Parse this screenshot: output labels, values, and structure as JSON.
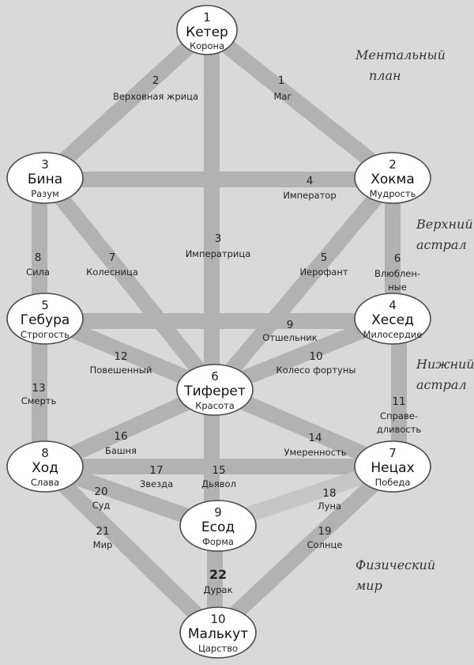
{
  "sephirot": {
    "keter": {
      "num": "1",
      "name": "Кетер",
      "meaning": "Корона"
    },
    "chokmah": {
      "num": "2",
      "name": "Хокма",
      "meaning": "Мудрость"
    },
    "binah": {
      "num": "3",
      "name": "Бина",
      "meaning": "Разум"
    },
    "chesed": {
      "num": "4",
      "name": "Хесед",
      "meaning": "Милосердие"
    },
    "geburah": {
      "num": "5",
      "name": "Гебура",
      "meaning": "Строгость"
    },
    "tiferet": {
      "num": "6",
      "name": "Тиферет",
      "meaning": "Красота"
    },
    "netzach": {
      "num": "7",
      "name": "Нецах",
      "meaning": "Победа"
    },
    "hod": {
      "num": "8",
      "name": "Ход",
      "meaning": "Слава"
    },
    "yesod": {
      "num": "9",
      "name": "Есод",
      "meaning": "Форма"
    },
    "malkut": {
      "num": "10",
      "name": "Малькут",
      "meaning": "Царство"
    }
  },
  "paths": {
    "p1": {
      "num": "1",
      "name": "Маг"
    },
    "p2": {
      "num": "2",
      "name": "Верховная жрица"
    },
    "p3": {
      "num": "3",
      "name": "Императрица"
    },
    "p4": {
      "num": "4",
      "name": "Император"
    },
    "p5": {
      "num": "5",
      "name": "Иерофант"
    },
    "p6": {
      "num": "6",
      "name_line1": "Влюблен-",
      "name_line2": "ные"
    },
    "p7": {
      "num": "7",
      "name": "Колесница"
    },
    "p8": {
      "num": "8",
      "name": "Сила"
    },
    "p9": {
      "num": "9",
      "name": "Отшельник"
    },
    "p10": {
      "num": "10",
      "name": "Колесо фортуны"
    },
    "p11": {
      "num": "11",
      "name_line1": "Справе-",
      "name_line2": "дливость"
    },
    "p12": {
      "num": "12",
      "name": "Повешенный"
    },
    "p13": {
      "num": "13",
      "name": "Смерть"
    },
    "p14": {
      "num": "14",
      "name": "Умеренность"
    },
    "p15": {
      "num": "15",
      "name": "Дьявол"
    },
    "p16": {
      "num": "16",
      "name": "Башня"
    },
    "p17": {
      "num": "17",
      "name": "Звезда"
    },
    "p18": {
      "num": "18",
      "name": "Луна"
    },
    "p19": {
      "num": "19",
      "name": "Солнце"
    },
    "p20": {
      "num": "20",
      "name": "Суд"
    },
    "p21": {
      "num": "21",
      "name": "Мир"
    },
    "p22": {
      "num": "22",
      "name": "Дурак"
    }
  },
  "planes": {
    "mental": {
      "line1": "Ментальный",
      "line2": "план"
    },
    "upper": {
      "line1": "Верхний",
      "line2": "астрал"
    },
    "lower": {
      "line1": "Нижний",
      "line2": "астрал"
    },
    "physical": {
      "line1": "Физический",
      "line2": "мир"
    }
  },
  "colors": {
    "background": "#d9d9d9",
    "path_fill": "#b2b2b2",
    "node_fill": "#ffffff",
    "node_stroke": "#4a4a4a"
  }
}
